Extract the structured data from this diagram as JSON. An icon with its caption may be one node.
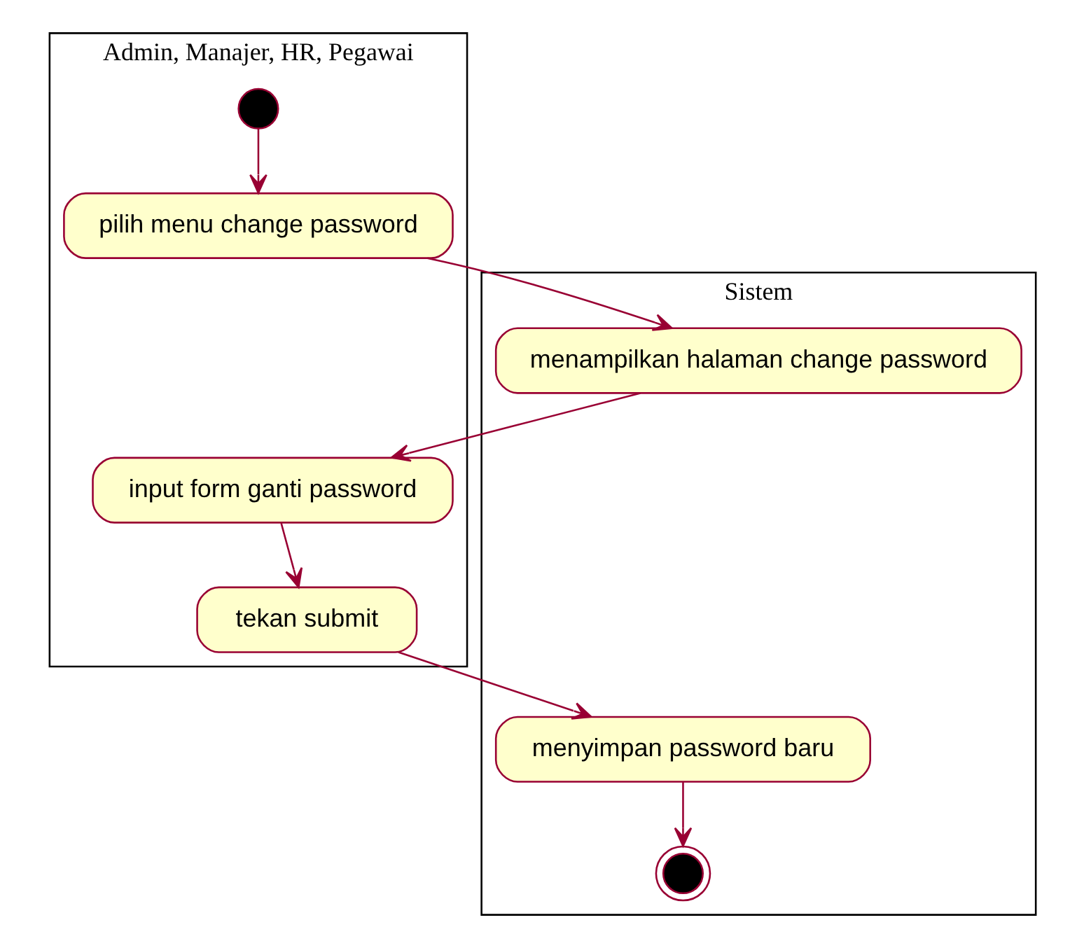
{
  "diagram": {
    "nodes": [
      {
        "text": [
          "Admin, Manajer, HR, Pegawai"
        ]
      },
      {
        "text": [
          "Sistem"
        ]
      },
      {
        "text": [],
        "shape": "circle",
        "in": 0
      },
      {
        "text": [
          "pilih menu change password"
        ],
        "in": 0
      },
      {
        "text": [
          "menampilkan halaman change password"
        ],
        "in": 1
      },
      {
        "text": [
          "input form ganti password"
        ],
        "in": 0
      },
      {
        "text": [
          "tekan submit"
        ],
        "in": 0
      },
      {
        "text": [
          "menyimpan password baru"
        ],
        "in": 1
      },
      {
        "text": [],
        "shape": "circle",
        "in": 1
      }
    ],
    "edges": [
      {
        "from": 2,
        "to": 3,
        "arrow": "to"
      },
      {
        "from": 3,
        "to": 4,
        "arrow": "to"
      },
      {
        "from": 4,
        "to": 5,
        "arrow": "to"
      },
      {
        "from": 5,
        "to": 6,
        "arrow": "to"
      },
      {
        "from": 6,
        "to": 7,
        "arrow": "to"
      },
      {
        "from": 7,
        "to": 8,
        "arrow": "to"
      }
    ]
  }
}
